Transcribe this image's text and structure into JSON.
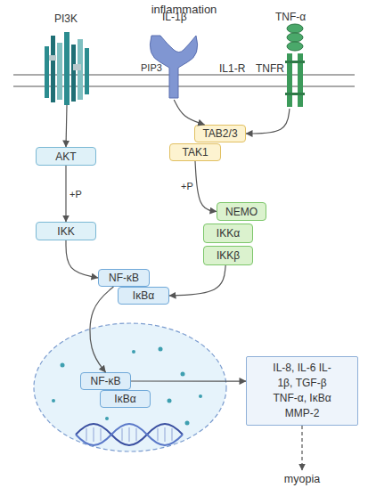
{
  "diagram": {
    "title": "inflammation",
    "nodes": [
      {
        "text": [
          "PI3K"
        ]
      },
      {
        "text": [
          "IL-1β",
          "IL1-R"
        ]
      },
      {
        "text": [
          "TNF-α",
          "TNFR"
        ]
      },
      {
        "text": [
          "AKT"
        ]
      },
      {
        "text": [
          "IKK"
        ]
      },
      {
        "text": [
          "TAB2/3"
        ]
      },
      {
        "text": [
          "TAK1"
        ]
      },
      {
        "text": [
          "NEMO"
        ]
      },
      {
        "text": [
          "IKKα"
        ]
      },
      {
        "text": [
          "IKKβ"
        ]
      },
      {
        "text": [
          "NF-κB"
        ]
      },
      {
        "text": [
          "IκBα"
        ]
      },
      {
        "text": [
          "NF-κB"
        ]
      },
      {
        "text": [
          "IκBα"
        ]
      },
      {
        "text": [
          "IL-8, IL-6 IL-1β, TGF-β TNF-α, IκBα MMP-2"
        ]
      },
      {
        "text": [
          "myopia"
        ]
      }
    ],
    "edges": [
      {
        "from": 0,
        "to": 3,
        "arrow": "to"
      },
      {
        "from": 3,
        "to": 4,
        "label": "+P",
        "arrow": "to"
      },
      {
        "from": 4,
        "to": 10,
        "arrow": "to"
      },
      {
        "from": 1,
        "to": 5,
        "arrow": "to"
      },
      {
        "from": 2,
        "to": 5,
        "arrow": "to"
      },
      {
        "from": 6,
        "to": 7,
        "label": "+P",
        "arrow": "to"
      },
      {
        "from": 9,
        "to": 11,
        "arrow": "to"
      },
      {
        "from": 10,
        "to": 12,
        "arrow": "to"
      },
      {
        "from": 12,
        "to": 14,
        "arrow": "to"
      },
      {
        "from": 14,
        "to": 15,
        "arrow": "to"
      }
    ],
    "labels": [
      "PIP3"
    ]
  }
}
